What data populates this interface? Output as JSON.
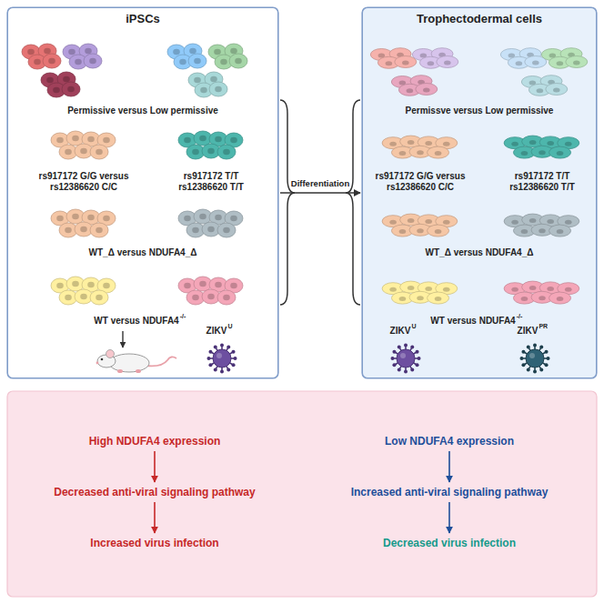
{
  "diagram": {
    "nodes": [
      {
        "text": [
          "iPSCs"
        ]
      },
      {
        "text": [
          "Trophectodermal cells"
        ]
      },
      {
        "text": [
          "High NDUFA4 expression"
        ]
      },
      {
        "text": [
          "Decreased anti-viral signaling pathway"
        ]
      },
      {
        "text": [
          "Increased virus infection"
        ]
      },
      {
        "text": [
          "Low NDUFA4 expression"
        ]
      },
      {
        "text": [
          "Increased anti-viral signaling pathway"
        ]
      },
      {
        "text": [
          "Decreased virus infection"
        ]
      }
    ],
    "edges": [
      {
        "from": 0,
        "to": 1,
        "label": "Differentiation",
        "arrow": "to"
      },
      {
        "from": 2,
        "to": 3,
        "arrow": "to"
      },
      {
        "from": 3,
        "to": 4,
        "arrow": "to"
      },
      {
        "from": 5,
        "to": 6,
        "arrow": "to"
      },
      {
        "from": 6,
        "to": 7,
        "arrow": "to"
      }
    ],
    "labels": [
      "Permissive versus Low permissive",
      "rs917172 G/G versus rs12386620 C/C",
      "rs917172 T/T rs12386620 T/T",
      "WT_Δ versus NDUFA4_Δ",
      "WT versus NDUFA4",
      "-/-",
      "ZIKV",
      "U",
      "Permissve versus Low permissive",
      "rs917172 G/G versus rs12386620 C/C",
      "rs917172 T/T rs12386620 T/T",
      "WT_Δ versus NDUFA4_Δ",
      "WT versus NDUFA4",
      "-/-",
      "ZIKV",
      "U",
      "ZIKV",
      "PR"
    ]
  }
}
